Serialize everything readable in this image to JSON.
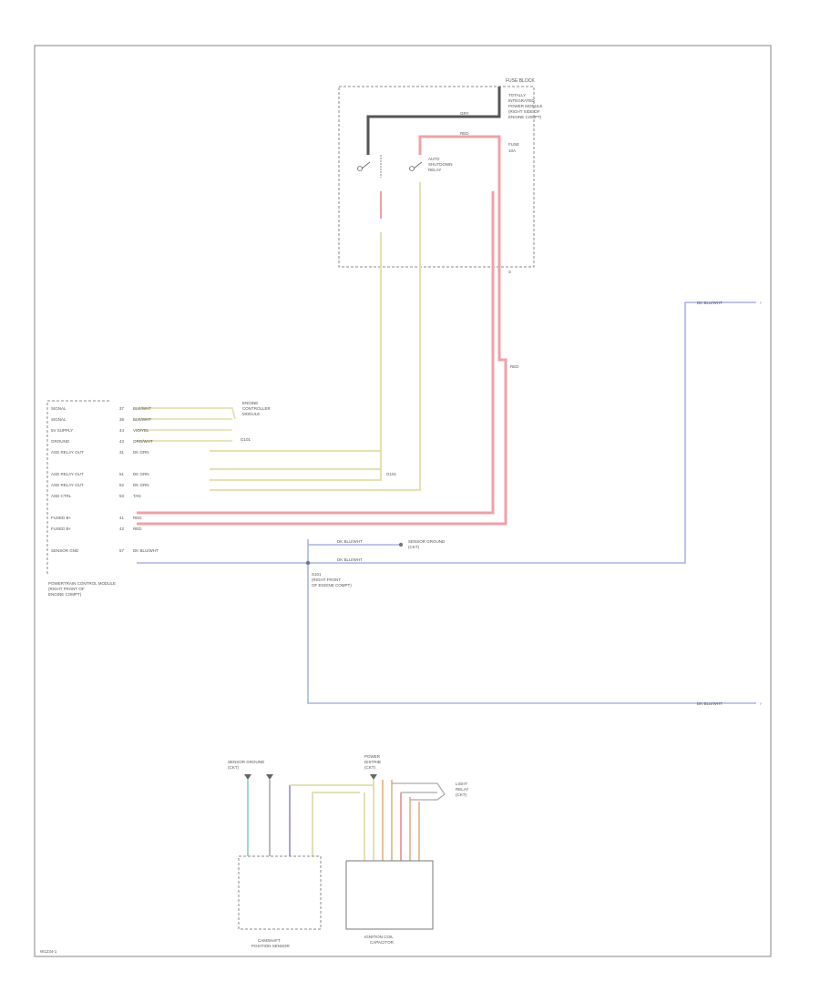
{
  "labels": {
    "fuse_box_top": "FUSE BLOCK",
    "relay_title": [
      "TOTALLY",
      "INTEGRATED",
      "POWER MODULE",
      "(RIGHT SIDE OF",
      "ENGINE COMPT)"
    ],
    "relay_name": [
      "AUTO",
      "SHUTDOWN",
      "RELAY"
    ],
    "fuse_label": "FUSE",
    "fuse_num": "10A",
    "s105": "S",
    "pcm_title": [
      "POWERTRAIN CONTROL MODULE",
      "(RIGHT FRONT OF",
      "ENGINE COMPT)"
    ],
    "ground_label": "G101",
    "splice_label": [
      "S101",
      "(RIGHT FRONT",
      "OF ENGINE COMPT)"
    ],
    "top_connector": [
      "ENGINE",
      "CONTROLLER",
      "MODULE"
    ],
    "mid_connector": "G101",
    "bottom_left_title": [
      "CAMSHAFT",
      "POSITION SENSOR"
    ],
    "bottom_right_title": [
      "IGNITION COIL",
      "CAPACITOR"
    ],
    "bottom_left_top": [
      "SENSOR GROUND",
      "(CKT)"
    ],
    "bottom_right_top": [
      "POWER",
      "DISTRIB",
      "(CKT)"
    ],
    "bottom_right_relay": [
      "LIGHT",
      "RELAY",
      "(CKT)"
    ],
    "footer": "W1234-1"
  },
  "pcm_pins": [
    {
      "name": "SIGNAL",
      "num": "37",
      "wire": "BLK/WHT"
    },
    {
      "name": "SIGNAL",
      "num": "38",
      "wire": "BLK/WHT"
    },
    {
      "name": "5V SUPPLY",
      "num": "44",
      "wire": "VIO/YEL"
    },
    {
      "name": "GROUND",
      "num": "43",
      "wire": "ORG/WHT"
    },
    {
      "name": "ASD RELAY OUT",
      "num": "31",
      "wire": "DK GRN"
    },
    {
      "name": "",
      "num": "",
      "wire": ""
    },
    {
      "name": "ASD RELAY OUT",
      "num": "51",
      "wire": "DK GRN"
    },
    {
      "name": "ASD RELAY OUT",
      "num": "52",
      "wire": "DK GRN"
    },
    {
      "name": "ASD CTRL",
      "num": "53",
      "wire": "TAN"
    },
    {
      "name": "",
      "num": "",
      "wire": ""
    },
    {
      "name": "FUSED B+",
      "num": "41",
      "wire": "RED"
    },
    {
      "name": "FUSED B+",
      "num": "42",
      "wire": "RED"
    },
    {
      "name": "",
      "num": "",
      "wire": ""
    },
    {
      "name": "SENSOR GND",
      "num": "57",
      "wire": "DK BLU/WHT"
    }
  ],
  "wire_labels": {
    "blue_top": "DK BLU/WHT",
    "blue_mid1": "DK BLU/WHT",
    "blue_mid2": "DK BLU/WHT",
    "blue_bottom": "DK BLU/WHT",
    "red_vertical": "RED",
    "gry_top": "GRY",
    "red_top": "RED"
  },
  "colors": {
    "red": "#f2a0a6",
    "red_dark": "#e8747c",
    "yellow": "#e4e1b3",
    "blue": "#a9b4e6",
    "black": "#555555",
    "border": "#999999",
    "cyan": "#9fd7d3",
    "purple": "#a8a4d8",
    "orange": "#e9c09a"
  }
}
